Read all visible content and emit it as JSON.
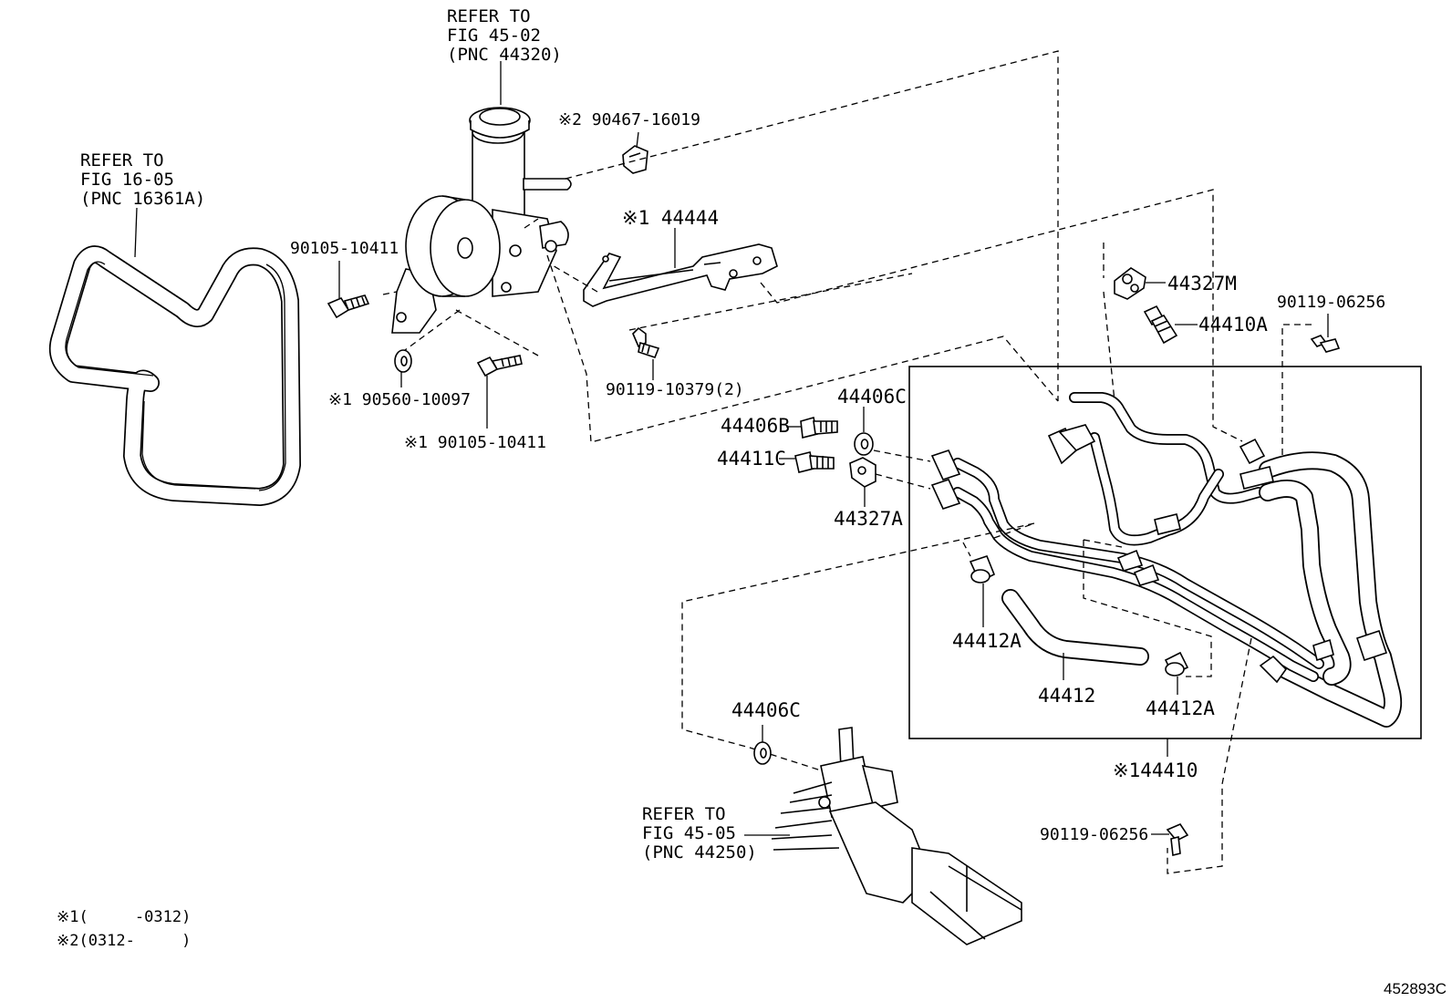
{
  "diagram_id": "452893C",
  "refs": {
    "belt": [
      "REFER TO",
      "FIG 16-05",
      "(PNC 16361A)"
    ],
    "pump": [
      "REFER TO",
      "FIG 45-02",
      "(PNC 44320)"
    ],
    "gear": [
      "REFER TO",
      "FIG 45-05",
      "(PNC 44250)"
    ]
  },
  "parts": {
    "p_9046716019": "※2 90467-16019",
    "p_44444": "※1 44444",
    "p_9010510411_top": "90105-10411",
    "p_9056010097": "※1 90560-10097",
    "p_9010510411_bot": "※1 90105-10411",
    "p_9011910379": "90119-10379(2)",
    "p_44406C_top": "44406C",
    "p_44406B": "44406B",
    "p_44411C": "44411C",
    "p_44327A": "44327A",
    "p_44327M": "44327M",
    "p_44410A": "44410A",
    "p_9011906256_top": "90119-06256",
    "p_44412A_left": "44412A",
    "p_44412": "44412",
    "p_44412A_right": "44412A",
    "p_44410": "※144410",
    "p_44406C_bot": "44406C",
    "p_9011906256_bot": "90119-06256"
  },
  "notes": {
    "note1": "※1(     -0312)",
    "note2": "※2(0312-     )"
  }
}
